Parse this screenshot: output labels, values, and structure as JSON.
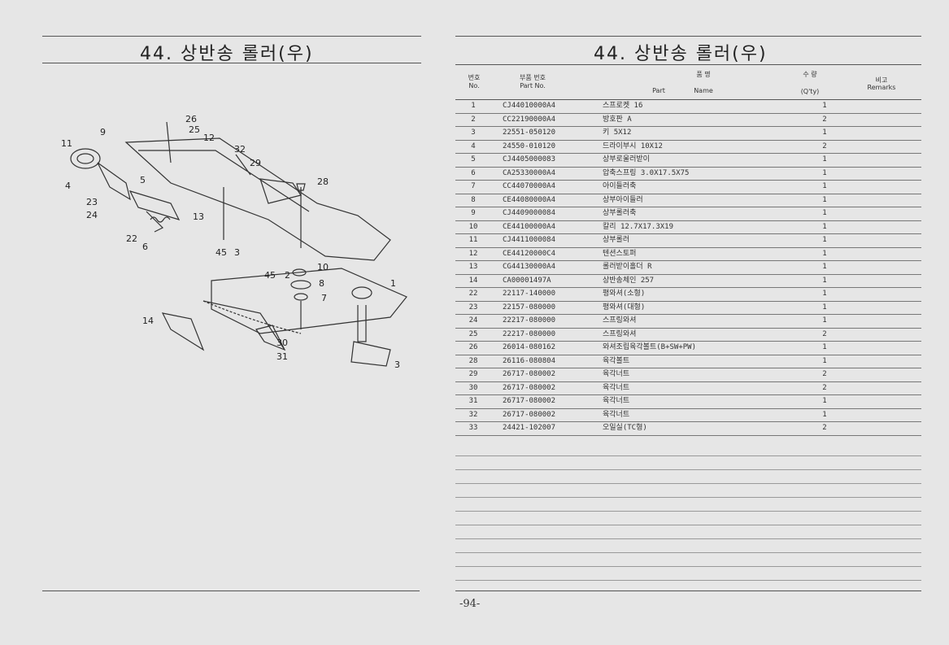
{
  "left_page": {
    "title": "44. 상반송 롤러(우)",
    "callouts": [
      "1",
      "2",
      "3",
      "4",
      "5",
      "6",
      "7",
      "8",
      "9",
      "10",
      "11",
      "12",
      "13",
      "14",
      "22",
      "23",
      "24",
      "25",
      "26",
      "28",
      "29",
      "30",
      "31",
      "32",
      "45",
      "45"
    ]
  },
  "right_page": {
    "title": "44. 상반송 롤러(우)",
    "headers": {
      "no_kr": "번호",
      "no_en": "No.",
      "part_kr": "부품 번호",
      "part_en": "Part  No.",
      "name_kr": "품          명",
      "name_en_part": "Part",
      "name_en_name": "Name",
      "qty_kr": "수  량",
      "qty_en": "(Q'ty)",
      "remarks_kr": "비고",
      "remarks_en": "Remarks"
    },
    "rows": [
      {
        "no": "1",
        "part": "CJ44010000A4",
        "name": "스프로켓 16",
        "qty": "1"
      },
      {
        "no": "2",
        "part": "CC22190000A4",
        "name": "방호판 A",
        "qty": "2"
      },
      {
        "no": "3",
        "part": "22551-050120",
        "name": "키 5X12",
        "qty": "1"
      },
      {
        "no": "4",
        "part": "24550-010120",
        "name": "드라이부시 10X12",
        "qty": "2"
      },
      {
        "no": "5",
        "part": "CJ4405000083",
        "name": "상부로울러받이",
        "qty": "1"
      },
      {
        "no": "6",
        "part": "CA25330000A4",
        "name": "압축스프링 3.0X17.5X75",
        "qty": "1"
      },
      {
        "no": "7",
        "part": "CC44070000A4",
        "name": "아이들러축",
        "qty": "1"
      },
      {
        "no": "8",
        "part": "CE44080000A4",
        "name": "상부아이들러",
        "qty": "1"
      },
      {
        "no": "9",
        "part": "CJ4409000084",
        "name": "상부롤러축",
        "qty": "1"
      },
      {
        "no": "10",
        "part": "CE44100000A4",
        "name": "칼리 12.7X17.3X19",
        "qty": "1"
      },
      {
        "no": "11",
        "part": "CJ4411000084",
        "name": "상부롤러",
        "qty": "1"
      },
      {
        "no": "12",
        "part": "CE44120000C4",
        "name": "텐션스토퍼",
        "qty": "1"
      },
      {
        "no": "13",
        "part": "CG44130000A4",
        "name": "롤러받이홀더 R",
        "qty": "1"
      },
      {
        "no": "14",
        "part": "CA00001497A",
        "name": "상반송체인 257",
        "qty": "1"
      },
      {
        "no": "22",
        "part": "22117-140000",
        "name": "평와셔(소형)",
        "qty": "1"
      },
      {
        "no": "23",
        "part": "22157-080000",
        "name": "평와셔(대형)",
        "qty": "1"
      },
      {
        "no": "24",
        "part": "22217-080000",
        "name": "스프링와셔",
        "qty": "1"
      },
      {
        "no": "25",
        "part": "22217-080000",
        "name": "스프링와셔",
        "qty": "2"
      },
      {
        "no": "26",
        "part": "26014-080162",
        "name": "와셔조립육각볼트(B+SW+PW)",
        "qty": "1"
      },
      {
        "no": "28",
        "part": "26116-080804",
        "name": "육각볼트",
        "qty": "1"
      },
      {
        "no": "29",
        "part": "26717-080002",
        "name": "육각너트",
        "qty": "2"
      },
      {
        "no": "30",
        "part": "26717-080002",
        "name": "육각너트",
        "qty": "2"
      },
      {
        "no": "31",
        "part": "26717-080002",
        "name": "육각너트",
        "qty": "1"
      },
      {
        "no": "32",
        "part": "26717-080002",
        "name": "육각너트",
        "qty": "1"
      },
      {
        "no": "33",
        "part": "24421-102007",
        "name": "오일실(TC형)",
        "qty": "2"
      }
    ],
    "page_number": "-94-"
  }
}
